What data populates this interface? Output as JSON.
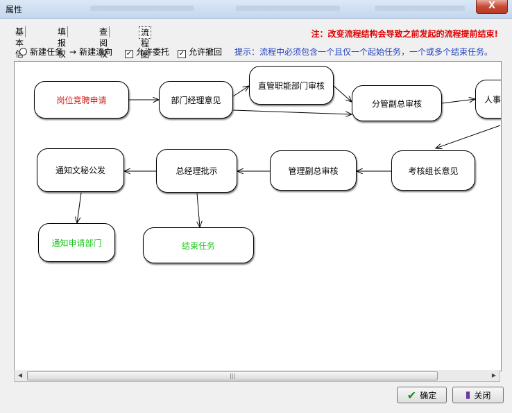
{
  "window": {
    "title": "属性",
    "close_label": "X"
  },
  "tabs": [
    {
      "label": "基本信息",
      "active": false
    },
    {
      "label": "填报权限",
      "active": false
    },
    {
      "label": "查阅权限",
      "active": false
    },
    {
      "label": "流程图",
      "active": true
    }
  ],
  "warning": "注：改变流程结构会导致之前发起的流程提前结束!",
  "options": {
    "new_task": "新建任务",
    "new_flow": "新建流向",
    "allow_delegate": "允许委托",
    "allow_withdraw": "允许撤回",
    "allow_delegate_checked": true,
    "allow_withdraw_checked": true
  },
  "hint": "提示：流程中必须包含一个且仅一个起始任务，一个或多个结束任务。",
  "flow": {
    "nodes": {
      "n1": "岗位竞聘申请",
      "n2": "部门经理意见",
      "n3": "直管职能部门审核",
      "n4": "分管副总审核",
      "n5": "人事",
      "n6": "考核组长意见",
      "n7": "管理副总审核",
      "n8": "总经理批示",
      "n9": "通知文秘公发",
      "n10": "通知申请部门",
      "n11": "结束任务"
    },
    "colors": {
      "start": "#d0201a",
      "end": "#18c418"
    }
  },
  "footer": {
    "ok_label": "确定",
    "close_label": "关闭"
  }
}
